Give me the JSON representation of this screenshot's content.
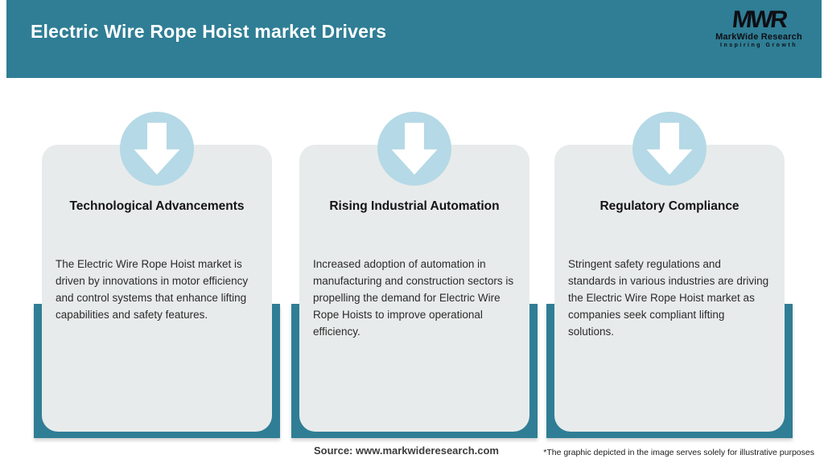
{
  "header": {
    "title": "Electric Wire Rope Hoist market Drivers"
  },
  "logo": {
    "monogram": "MWR",
    "name": "MarkWide Research",
    "tagline": "Inspiring Growth"
  },
  "cards": [
    {
      "title": "Technological Advancements",
      "body": "The Electric Wire Rope Hoist market is driven by innovations in motor efficiency and control systems that enhance lifting capabilities and safety features."
    },
    {
      "title": "Rising Industrial Automation",
      "body": "Increased adoption of automation in manufacturing and construction sectors is propelling the demand for Electric Wire Rope Hoists to improve operational efficiency."
    },
    {
      "title": "Regulatory Compliance",
      "body": "Stringent safety regulations and standards in various industries are driving the Electric Wire Rope Hoist market as companies seek compliant lifting solutions."
    }
  ],
  "footer": {
    "source": "Source: www.markwideresearch.com",
    "disclaimer": "*The graphic depicted in the image serves solely for illustrative purposes"
  },
  "colors": {
    "teal": "#2f7e95",
    "circle": "#b5d9e6",
    "card": "#e8ebeb",
    "header_text": "#ffffff",
    "title_text": "#141414",
    "body_text": "#2b2b2b",
    "footer_text": "#3c3c3c",
    "logo_text": "#0e0e14",
    "page_bg": "#ffffff"
  }
}
